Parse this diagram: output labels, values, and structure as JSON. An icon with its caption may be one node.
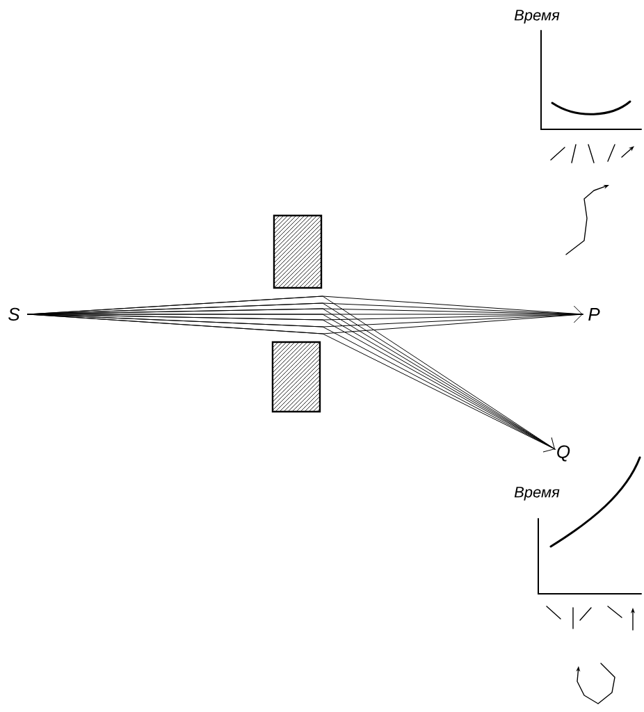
{
  "diagram": {
    "nodes": [
      {
        "text": [
          "S"
        ]
      },
      {
        "text": [
          "P"
        ]
      },
      {
        "text": [
          "Q"
        ]
      }
    ],
    "edges": [
      {
        "from": 0,
        "to": 1,
        "arrow": "to"
      },
      {
        "from": 0,
        "to": 2,
        "arrow": "to"
      }
    ],
    "labels": [
      "Время",
      "Время"
    ]
  }
}
